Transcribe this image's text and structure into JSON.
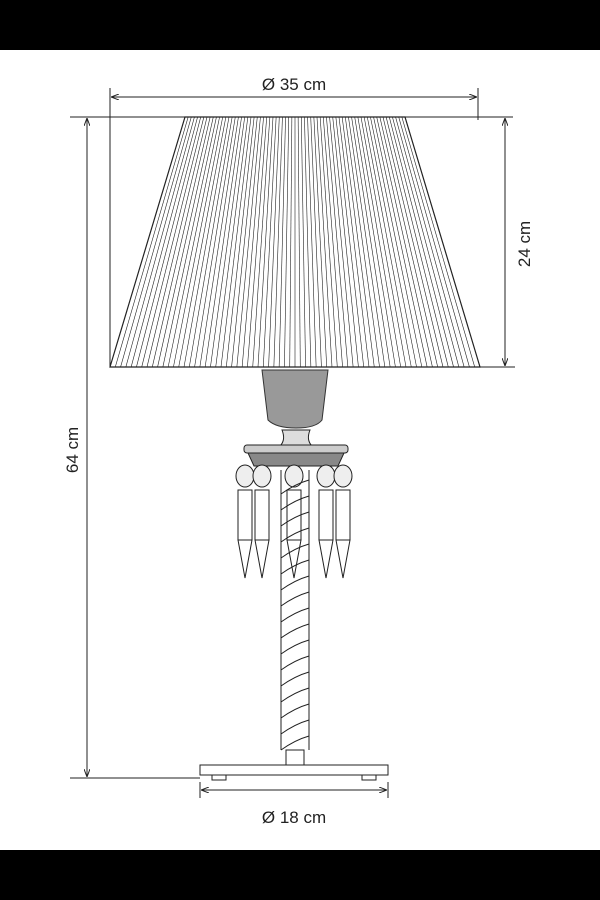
{
  "dimensions": {
    "shade_diameter": "Ø 35 cm",
    "shade_height": "24 cm",
    "total_height": "64 cm",
    "base_diameter": "Ø 18 cm"
  },
  "colors": {
    "line": "#222222",
    "band": "#000000"
  }
}
